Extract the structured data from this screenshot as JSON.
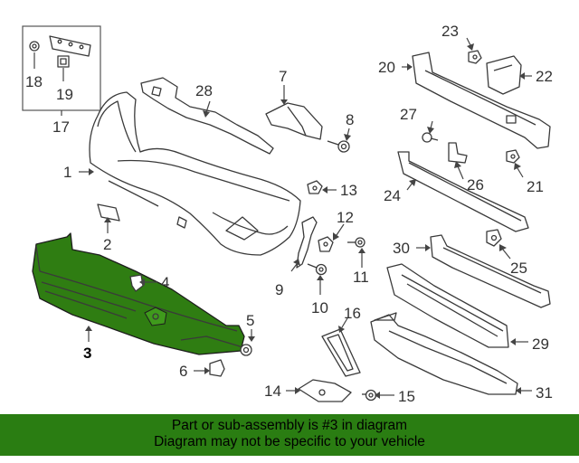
{
  "banner": {
    "line1": "Part or sub-assembly is #3 in diagram",
    "line2": "Diagram may not be specific to your vehicle"
  },
  "labels": {
    "p1": "1",
    "p2": "2",
    "p3": "3",
    "p4": "4",
    "p5": "5",
    "p6": "6",
    "p7": "7",
    "p8": "8",
    "p9": "9",
    "p10": "10",
    "p11": "11",
    "p12": "12",
    "p13": "13",
    "p14": "14",
    "p15": "15",
    "p16": "16",
    "p17": "17",
    "p18": "18",
    "p19": "19",
    "p20": "20",
    "p21": "21",
    "p22": "22",
    "p23": "23",
    "p24": "24",
    "p25": "25",
    "p26": "26",
    "p27": "27",
    "p28": "28",
    "p29": "29",
    "p30": "30",
    "p31": "31"
  },
  "colors": {
    "highlight": "#2f7d12",
    "banner": "#2a7d12"
  }
}
